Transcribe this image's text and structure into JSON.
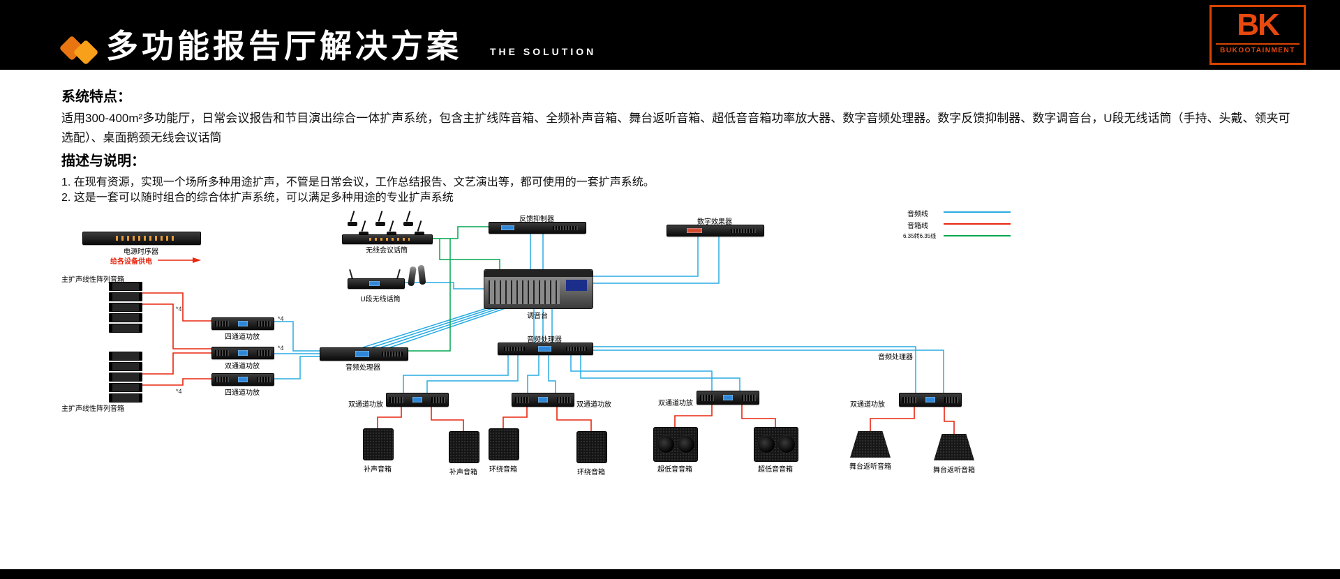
{
  "header": {
    "title": "多功能报告厅解决方案",
    "subtitle": "THE SOLUTION",
    "logo": {
      "letters": "BK",
      "brand": "BUKOOTAINMENT"
    }
  },
  "sections": {
    "features_title": "系统特点：",
    "features_text": "适用300-400m²多功能厅，日常会议报告和节目演出综合一体扩声系统，包含主扩线阵音箱、全频补声音箱、舞台返听音箱、超低音音箱功率放大器、数字音频处理器。数字反馈抑制器、数字调音台，U段无线话筒（手持、头戴、领夹可选配）、桌面鹅颈无线会议话筒",
    "desc_title": "描述与说明：",
    "desc_lines": [
      "1. 在现有资源，实现一个场所多种用途扩声，不管是日常会议，工作总结报告、文艺演出等，都可使用的一套扩声系统。",
      "2. 这是一套可以随时组合的综合体扩声系统，可以满足多种用途的专业扩声系统"
    ]
  },
  "legend": {
    "items": [
      {
        "label": "音频线",
        "color": "#29abe2"
      },
      {
        "label": "音箱线",
        "color": "#e8260f"
      },
      {
        "label": "6.35转6.35线",
        "color": "#00a651"
      }
    ]
  },
  "diagram": {
    "power_sequencer": "电源时序器",
    "power_note": "给各设备供电",
    "line_array_label": "主扩声线性阵列音箱",
    "amp_quad": "四通道功放",
    "amp_dual": "双通道功放",
    "processor": "音频处理器",
    "conference_mic": "无线会议话筒",
    "uhf_mic": "U段无线话筒",
    "feedback": "反馈抑制器",
    "effects": "数字效果器",
    "mixer": "调音台",
    "annotations": [
      "*4",
      "*4",
      "*4",
      "*4"
    ],
    "speaker_labels": [
      "补声音箱",
      "补声音箱",
      "环绕音箱",
      "环绕音箱",
      "超低音音箱",
      "超低音音箱",
      "舞台返听音箱",
      "舞台返听音箱"
    ]
  }
}
